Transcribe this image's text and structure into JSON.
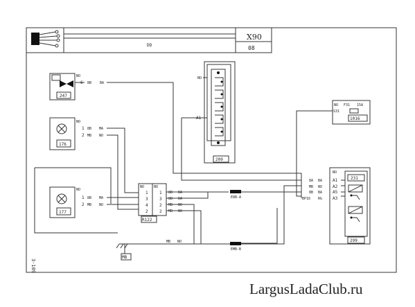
{
  "title_block": {
    "code": "X90",
    "label": "DD",
    "sheet": "08",
    "side_label": "3-109"
  },
  "components": {
    "c247": {
      "number": "247",
      "pin": "6",
      "wire": "8B",
      "color": "BA"
    },
    "c176": {
      "number": "176",
      "wires": [
        {
          "pin": "1",
          "wire": "8B",
          "color": "MA"
        },
        {
          "pin": "2",
          "wire": "MB",
          "color": "NO"
        }
      ]
    },
    "c177": {
      "number": "177",
      "wires": [
        {
          "pin": "1",
          "wire": "8B",
          "color": "MA"
        },
        {
          "pin": "2",
          "wire": "MB",
          "color": "NO"
        }
      ]
    },
    "c209": {
      "number": "209",
      "pin": "A1"
    },
    "c1016": {
      "number": "1016",
      "fuse": "F31",
      "rating": "15A",
      "pin": "S31"
    },
    "c231": {
      "number": "231"
    },
    "c299": {
      "number": "299"
    }
  },
  "connector_r122": {
    "name": "R122",
    "left_pins": [
      "1",
      "3",
      "4",
      "2"
    ],
    "right_pins": [
      "1",
      "3",
      "2",
      "2"
    ],
    "right_wires": [
      {
        "wire": "8B",
        "color": "BA"
      },
      {
        "wire": "8B",
        "color": "BA"
      },
      {
        "wire": "MB",
        "color": "NO"
      },
      {
        "wire": "MB",
        "color": "NO"
      }
    ]
  },
  "splices": {
    "a": "E8B-A",
    "b": "EMB-B"
  },
  "unit_299_pins": [
    {
      "pin": "A1",
      "wire": "8A",
      "color": "BA"
    },
    {
      "pin": "A2",
      "wire": "MB",
      "color": "NO"
    },
    {
      "pin": "A5",
      "wire": "8B",
      "color": "BA"
    },
    {
      "pin": "A3",
      "wire": "BP16",
      "color": "RG"
    }
  ],
  "ground": {
    "label": "MB",
    "wire": "MB",
    "color": "NO"
  },
  "no_label": "NO",
  "watermark": "LargusLadaClub.ru"
}
